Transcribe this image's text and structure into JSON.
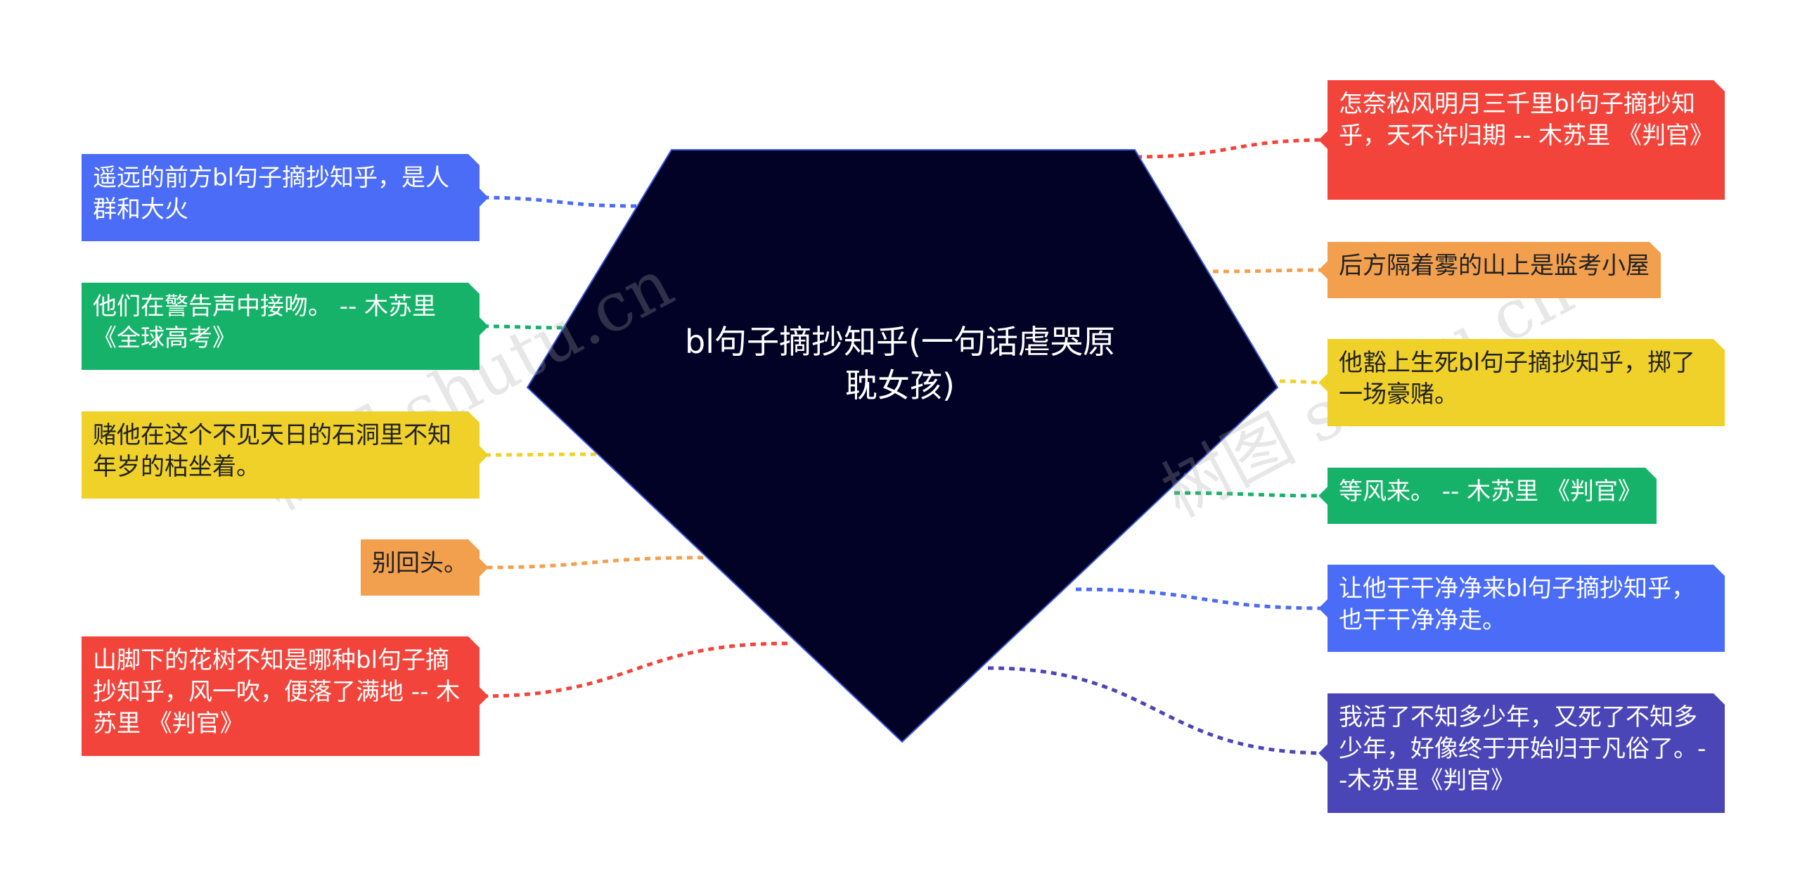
{
  "center": {
    "text": "bl句子摘抄知乎(一句话虐哭原耽女孩)",
    "fill": "#020226"
  },
  "watermark": "树图 shutu.cn",
  "colors": {
    "blue": "#4a6cf7",
    "green": "#17b26a",
    "yellow": "#efd12a",
    "orange": "#f3a04e",
    "red": "#f2443a",
    "indigo": "#4b46b8"
  },
  "left_branches": [
    {
      "text": "遥远的前方bl句子摘抄知乎，是人群和大火",
      "color": "blue"
    },
    {
      "text": "他们在警告声中接吻。 -- 木苏里 《全球高考》",
      "color": "green"
    },
    {
      "text": "赌他在这个不见天日的石洞里不知年岁的枯坐着。",
      "color": "yellow"
    },
    {
      "text": "别回头。",
      "color": "orange"
    },
    {
      "text": "山脚下的花树不知是哪种bl句子摘抄知乎，风一吹，便落了满地 -- 木苏里 《判官》",
      "color": "red"
    }
  ],
  "right_branches": [
    {
      "text": "怎奈松风明月三千里bl句子摘抄知乎，天不许归期 -- 木苏里 《判官》",
      "color": "red"
    },
    {
      "text": "后方隔着雾的山上是监考小屋",
      "color": "orange"
    },
    {
      "text": "他豁上生死bl句子摘抄知乎，掷了一场豪赌。",
      "color": "yellow"
    },
    {
      "text": "等风来。 -- 木苏里 《判官》",
      "color": "green"
    },
    {
      "text": "让他干干净净来bl句子摘抄知乎，也干干净净走。",
      "color": "blue"
    },
    {
      "text": "我活了不知多少年，又死了不知多少年，好像终于开始归于凡俗了。--木苏里《判官》",
      "color": "indigo"
    }
  ]
}
